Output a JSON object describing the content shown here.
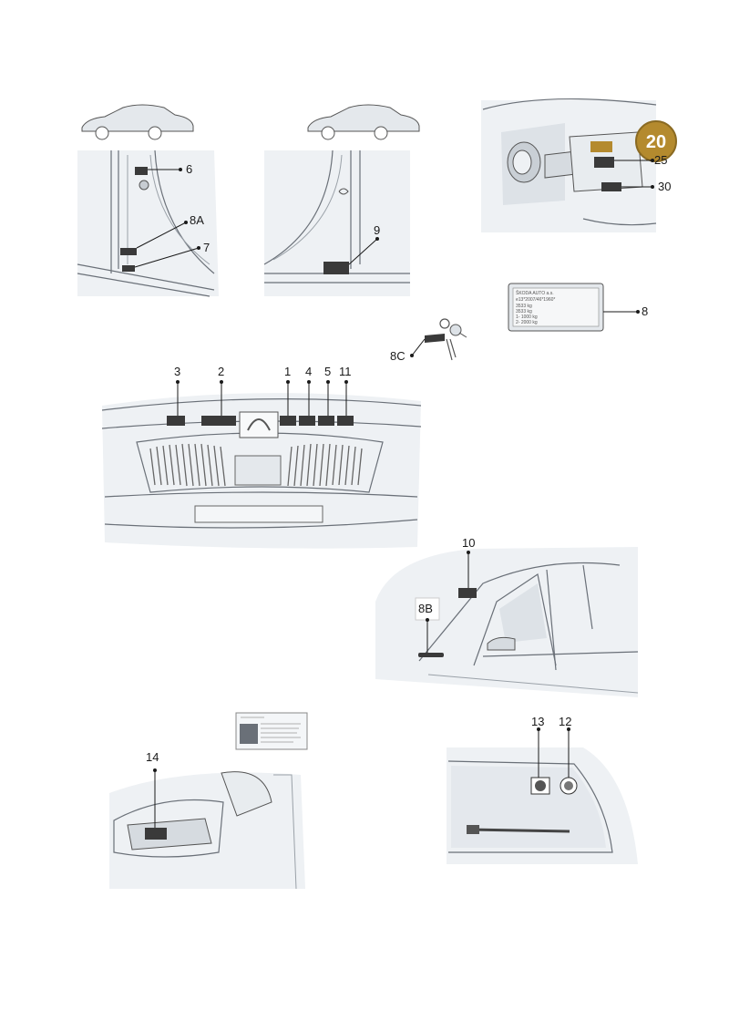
{
  "callouts": {
    "c1": "1",
    "c2": "2",
    "c3": "3",
    "c4": "4",
    "c5": "5",
    "c6": "6",
    "c7": "7",
    "c8": "8",
    "c8A": "8A",
    "c8B": "8B",
    "c8C": "8C",
    "c9": "9",
    "c10": "10",
    "c11": "11",
    "c12": "12",
    "c13": "13",
    "c14": "14",
    "c20": "20",
    "c25": "25",
    "c30": "30"
  },
  "vin_plate": {
    "line1": "ŠKODA AUTO a.s.",
    "line2": "e13*2007/46*1960*",
    "line3": "3533 kg",
    "line4": "3533 kg",
    "line5": "1- 1000 kg",
    "line6": "2- 2000 kg"
  },
  "colors": {
    "badge": "#b48a2e",
    "sticker": "#3a3a3a",
    "panel": "#eef1f4"
  }
}
